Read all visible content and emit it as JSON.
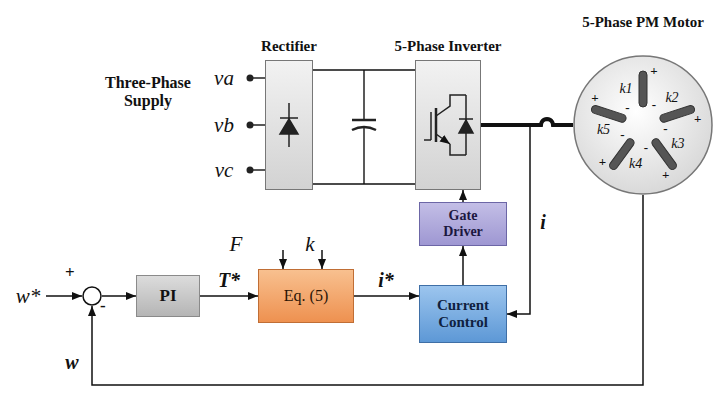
{
  "diagram": {
    "nodes": [
      {
        "text": [
          "Rectifier"
        ]
      },
      {
        "text": [
          "5-Phase Inverter"
        ]
      },
      {
        "text": [
          "5-Phase PM Motor"
        ]
      },
      {
        "text": [
          "Gate Driver"
        ]
      },
      {
        "text": [
          "Current Control"
        ]
      },
      {
        "text": [
          "PI"
        ]
      },
      {
        "text": [
          "Eq. (5)"
        ]
      },
      {
        "text": [
          "+",
          "-"
        ]
      }
    ],
    "edges": [
      {
        "from": 7,
        "to": 5,
        "arrow": "to"
      },
      {
        "from": 5,
        "to": 6,
        "arrow": "to",
        "label": "T*"
      },
      {
        "from": 6,
        "to": 4,
        "arrow": "to",
        "label": "i*"
      },
      {
        "from": 4,
        "to": 3,
        "arrow": "to"
      },
      {
        "from": 3,
        "to": 1,
        "arrow": "to"
      },
      {
        "from": 0,
        "to": 1,
        "arrow": "none"
      },
      {
        "from": 1,
        "to": 2,
        "arrow": "none"
      },
      {
        "from": 1,
        "to": 4,
        "arrow": "to",
        "label": "i"
      },
      {
        "from": 2,
        "to": 7,
        "arrow": "to",
        "label": "w"
      }
    ],
    "labels": [
      "Three-Phase Supply",
      "va",
      "vb",
      "vc",
      "F",
      "k",
      "w*",
      "k1",
      "+",
      "-",
      "k2",
      "+",
      "-",
      "k3",
      "+",
      "-",
      "k4",
      "+",
      "-",
      "k5",
      "+",
      "-"
    ]
  }
}
